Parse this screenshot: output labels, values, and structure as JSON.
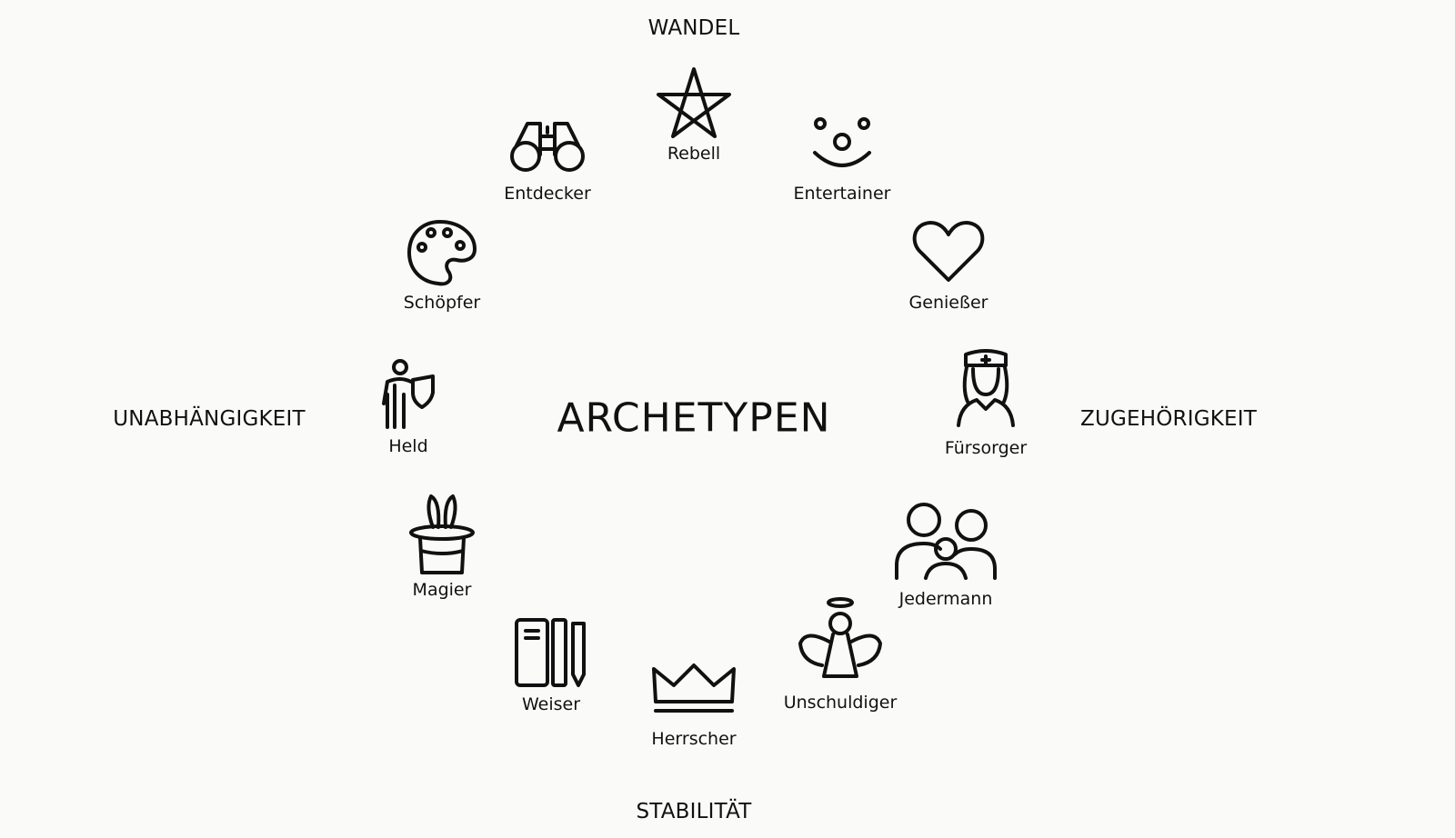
{
  "title": "ARCHETYPEN",
  "axes": {
    "top": "WANDEL",
    "bottom": "STABILITÄT",
    "left": "UNABHÄNGIGKEIT",
    "right": "ZUGEHÖRIGKEIT"
  },
  "archetypes": [
    {
      "label": "Rebell",
      "icon": "pentagram-star-icon"
    },
    {
      "label": "Entertainer",
      "icon": "clown-face-icon"
    },
    {
      "label": "Genießer",
      "icon": "heart-icon"
    },
    {
      "label": "Fürsorger",
      "icon": "nurse-icon"
    },
    {
      "label": "Jedermann",
      "icon": "family-icon"
    },
    {
      "label": "Unschuldiger",
      "icon": "angel-icon"
    },
    {
      "label": "Herrscher",
      "icon": "crown-icon"
    },
    {
      "label": "Weiser",
      "icon": "books-pencil-icon"
    },
    {
      "label": "Magier",
      "icon": "magic-hat-icon"
    },
    {
      "label": "Held",
      "icon": "hero-shield-icon"
    },
    {
      "label": "Schöpfer",
      "icon": "palette-icon"
    },
    {
      "label": "Entdecker",
      "icon": "binoculars-icon"
    }
  ],
  "colors": {
    "background": "#fafaf8",
    "ink": "#111111"
  }
}
